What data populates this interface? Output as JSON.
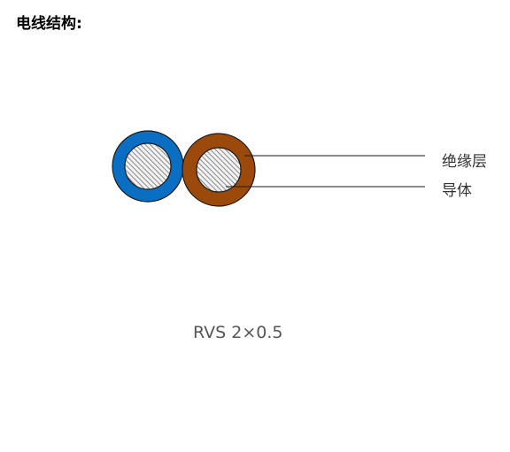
{
  "heading": "电线结构:",
  "labels": {
    "insulation": "绝缘层",
    "conductor": "导体"
  },
  "model": "RVS 2×0.5",
  "colors": {
    "left_insulation": "#0a6fc2",
    "right_insulation": "#9c4a0c",
    "conductor_fill": "#f2f2f2",
    "conductor_hatch": "#6e6e6e",
    "outline": "#1a1a1a"
  }
}
